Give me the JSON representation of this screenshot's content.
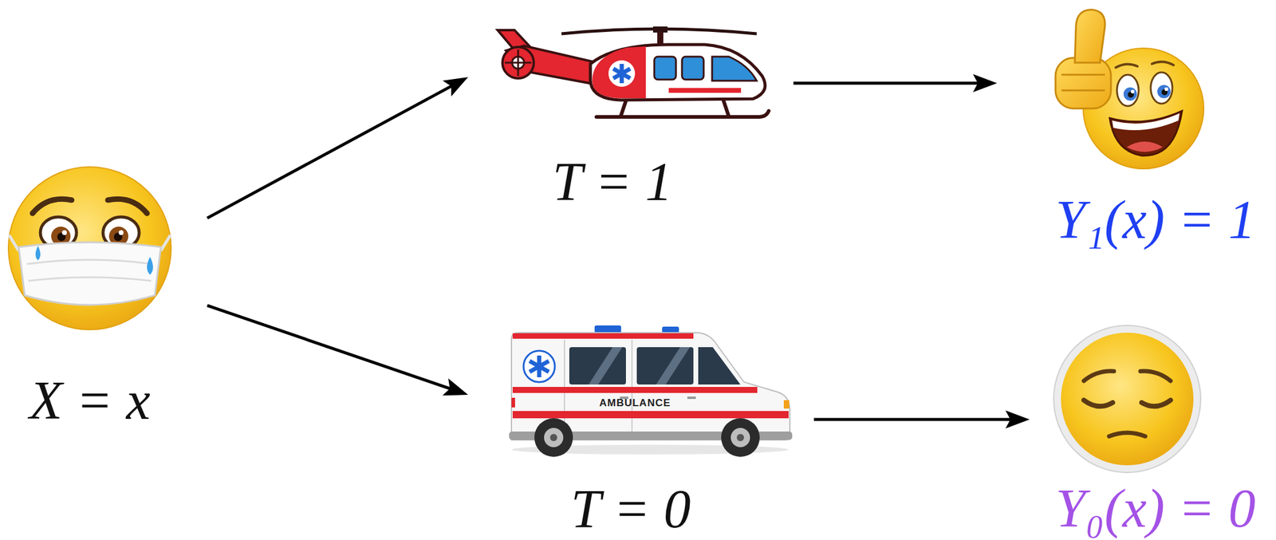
{
  "diagram": {
    "nodes": [
      {
        "text": [
          "X = x"
        ]
      },
      {
        "text": [
          "T = 1"
        ]
      },
      {
        "text": [
          "T = 0"
        ]
      },
      {
        "text": [
          "Y₁(x) = 1"
        ]
      },
      {
        "text": [
          "Y₀(x) = 0"
        ]
      }
    ],
    "edges": [
      {
        "from": 0,
        "to": 1,
        "arrow": "to"
      },
      {
        "from": 0,
        "to": 2,
        "arrow": "to"
      },
      {
        "from": 1,
        "to": 3,
        "arrow": "to"
      },
      {
        "from": 2,
        "to": 4,
        "arrow": "to"
      }
    ],
    "labels": [
      "AMBULANCE"
    ]
  }
}
